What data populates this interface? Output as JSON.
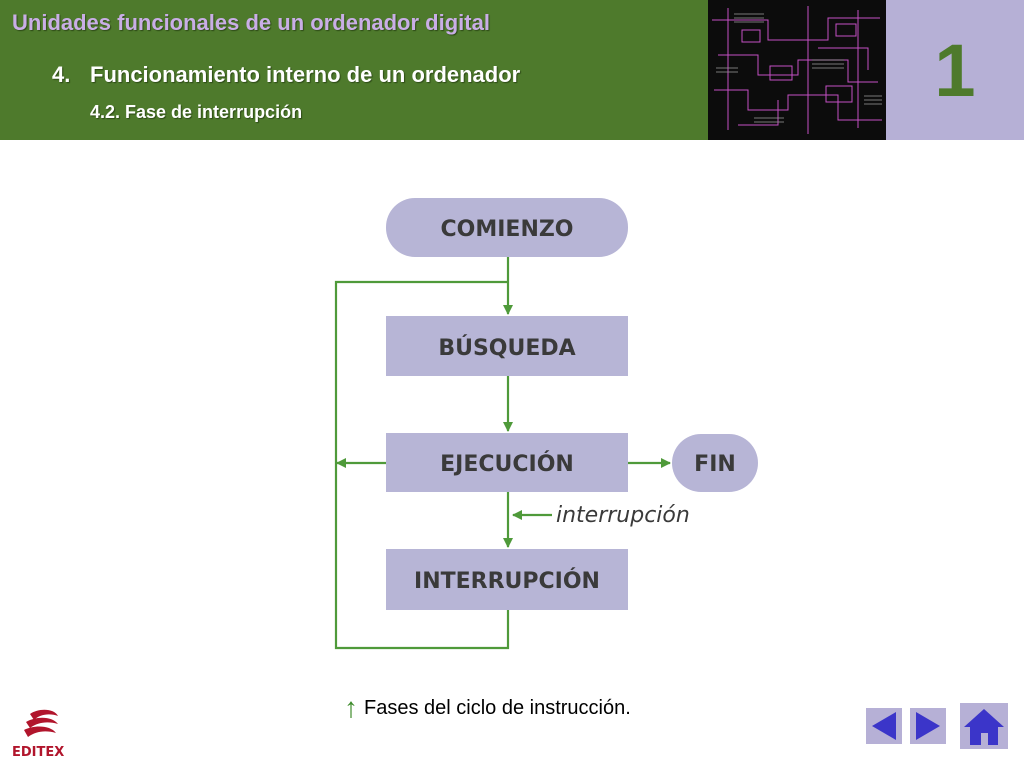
{
  "header": {
    "title": "Unidades funcionales de un ordenador digital",
    "section_number": "4.",
    "section_title": "Funcionamiento interno de un ordenador",
    "subsection": "4.2. Fase de interrupción",
    "chapter_number": "1"
  },
  "diagram": {
    "nodes": {
      "start": "COMIENZO",
      "fetch": "BÚSQUEDA",
      "execute": "EJECUCIÓN",
      "end": "FIN",
      "interrupt": "INTERRUPCIÓN"
    },
    "interrupt_label": "interrupción",
    "colors": {
      "box": "#b7b5d6",
      "arrow": "#4f9a3a",
      "text": "#3a3a3a"
    }
  },
  "caption": {
    "arrow_glyph": "↑",
    "text": "Fases del ciclo de instrucción."
  },
  "footer": {
    "logo_text": "EDITEX",
    "nav_icons": [
      "previous-arrow-icon",
      "next-arrow-icon",
      "home-icon"
    ]
  },
  "colors": {
    "header_bg": "#4e7a2c",
    "title_text": "#c9aee6",
    "chapter_box": "#b6b0d6",
    "chapter_num": "#4e7a2c",
    "nav_blue": "#3b35c9"
  }
}
